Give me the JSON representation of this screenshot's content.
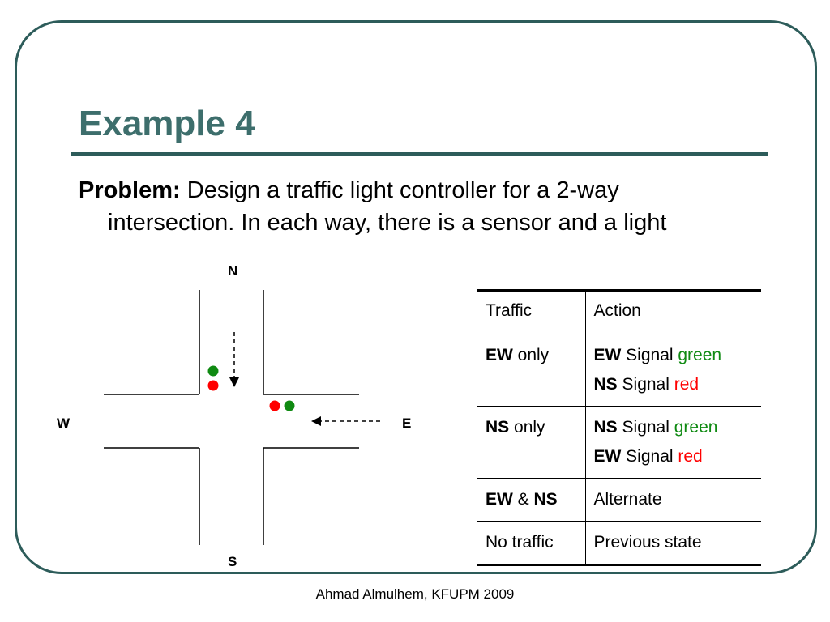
{
  "slide": {
    "title": "Example 4",
    "problem": {
      "lead": "Problem:",
      "line1": " Design a traffic light controller for a 2-way",
      "line2": "intersection. In each way, there is a sensor and a light"
    },
    "footer": "Ahmad Almulhem, KFUPM 2009"
  },
  "diagram": {
    "labels": {
      "north": "N",
      "south": "S",
      "west": "W",
      "east": "E"
    },
    "colors": {
      "green": "#0f8a12",
      "red": "#ff0000",
      "road": "#000000"
    }
  },
  "table": {
    "headers": [
      "Traffic",
      "Action"
    ],
    "rows": [
      {
        "traffic": {
          "bold": "EW",
          "rest": " only"
        },
        "action": [
          {
            "bold": "EW",
            "text": " Signal ",
            "color_word": "green"
          },
          {
            "bold": "NS",
            "text": " Signal ",
            "color_word": "red"
          }
        ]
      },
      {
        "traffic": {
          "bold": "NS",
          "rest": " only"
        },
        "action": [
          {
            "bold": "NS",
            "text": " Signal ",
            "color_word": "green"
          },
          {
            "bold": "EW",
            "text": " Signal ",
            "color_word": "red"
          }
        ]
      },
      {
        "traffic": {
          "bold1": "EW",
          "amp": " & ",
          "bold2": "NS"
        },
        "action_text": "Alternate"
      },
      {
        "traffic_text": "No traffic",
        "action_text": "Previous state"
      }
    ]
  }
}
